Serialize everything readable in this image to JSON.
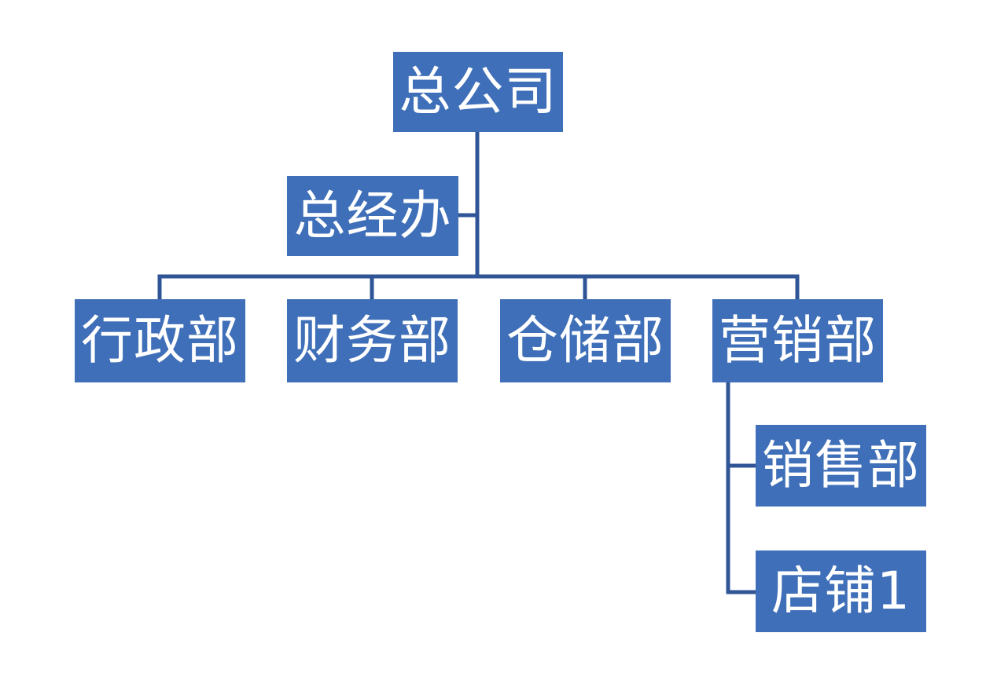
{
  "org_chart": {
    "root": {
      "label": "总公司"
    },
    "assistant": {
      "label": "总经办"
    },
    "departments": [
      {
        "label": "行政部"
      },
      {
        "label": "财务部"
      },
      {
        "label": "仓储部"
      },
      {
        "label": "营销部"
      }
    ],
    "marketing_children": [
      {
        "label": "销售部"
      },
      {
        "label": "店铺1"
      }
    ]
  },
  "colors": {
    "node_fill": "#3f6fb8",
    "node_text": "#ffffff",
    "connector": "#2f5597",
    "background": "#ffffff"
  }
}
